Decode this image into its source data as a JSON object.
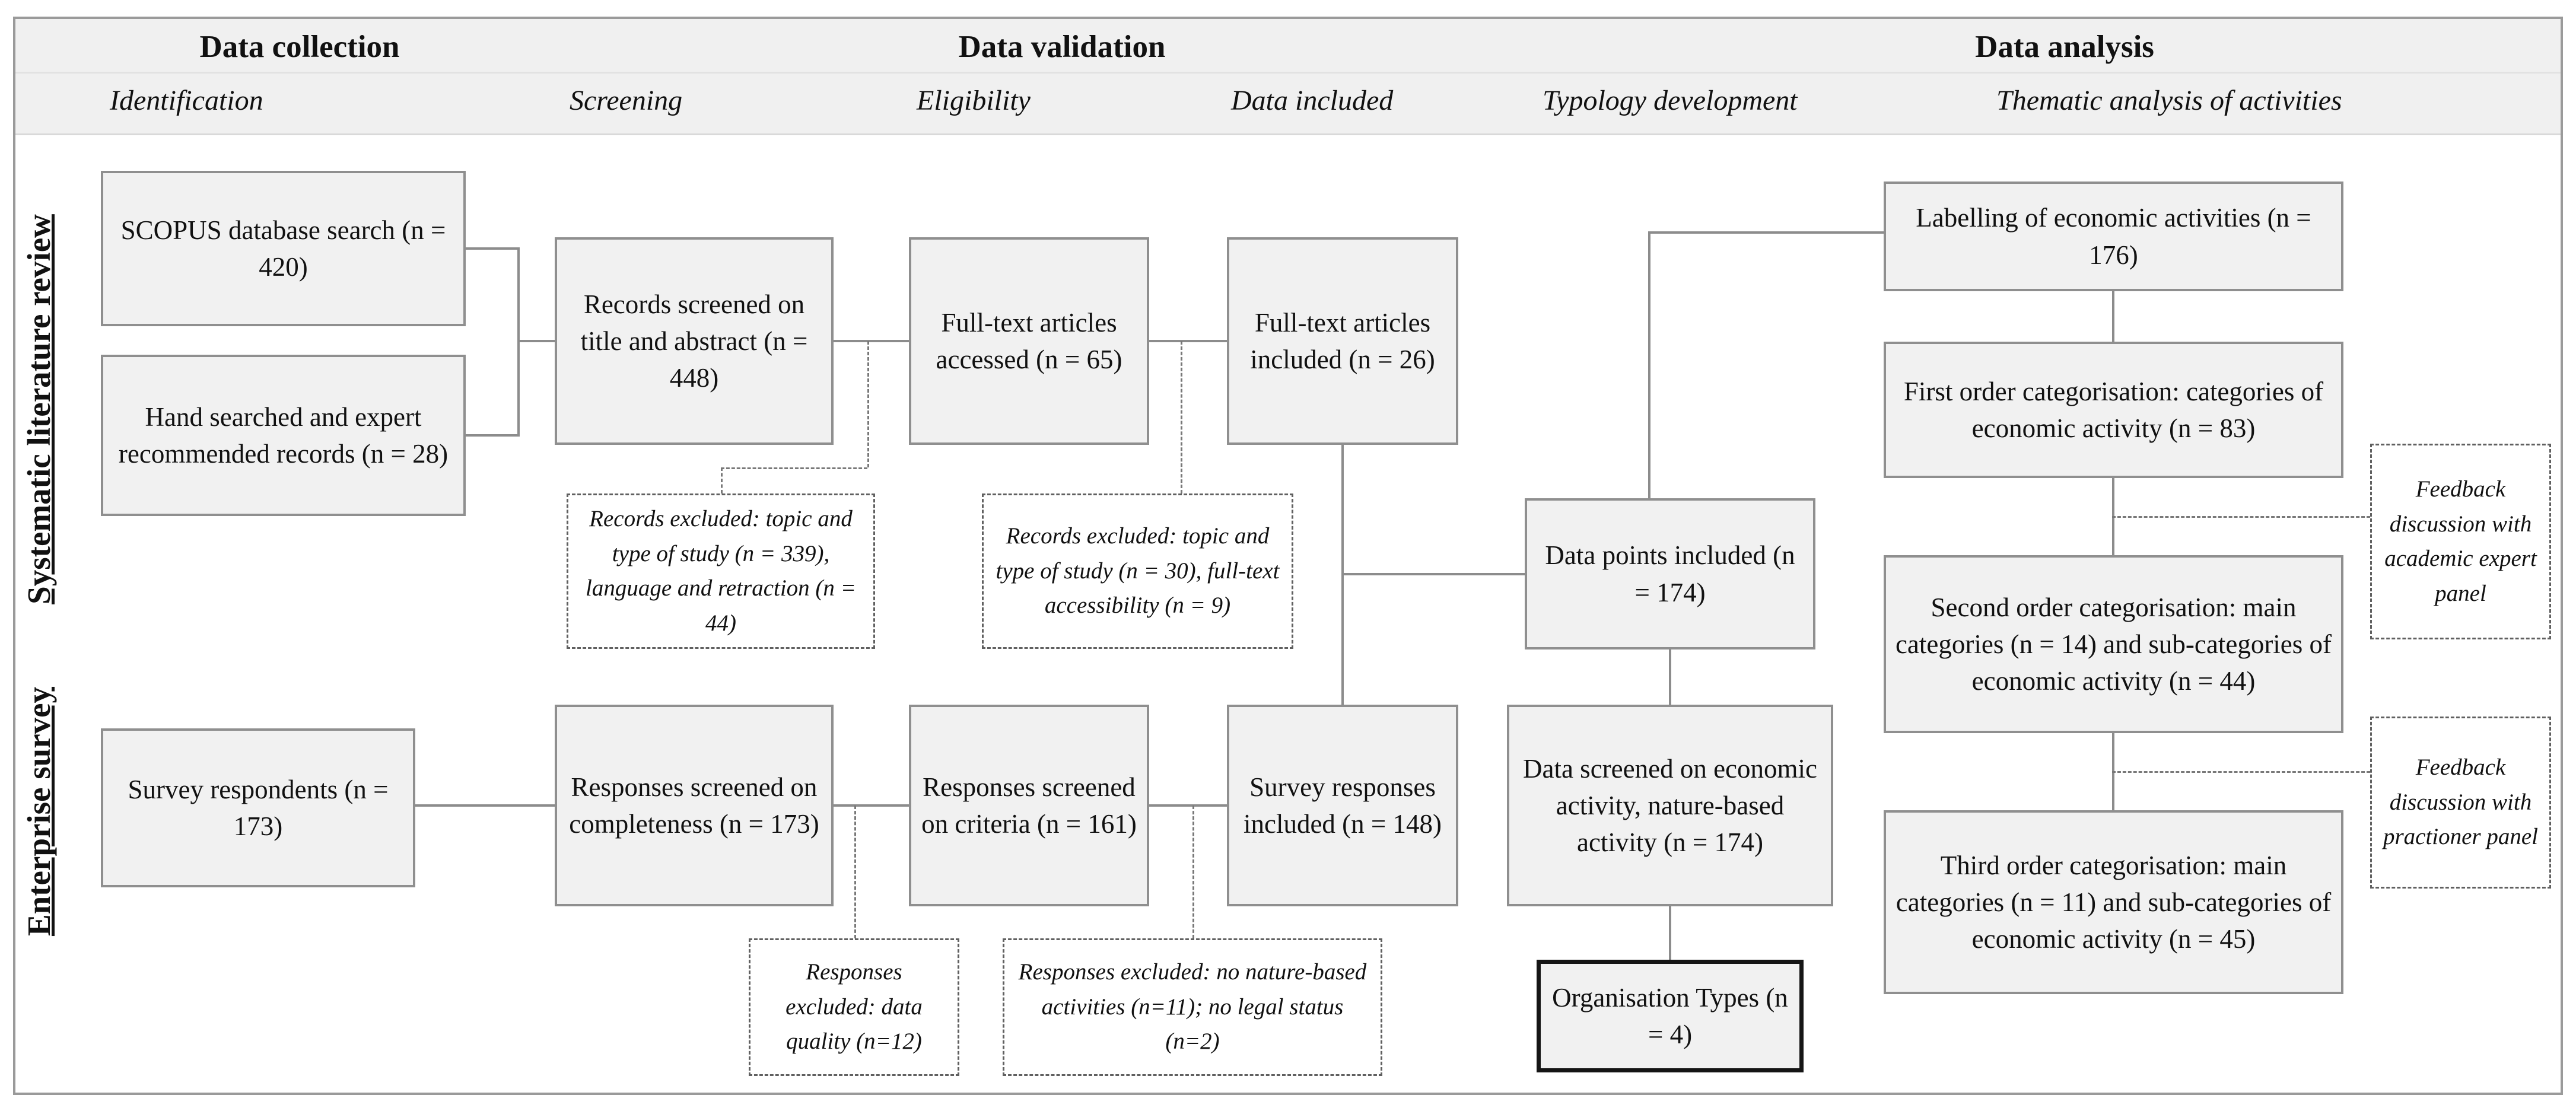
{
  "sections": {
    "collection": "Data collection",
    "validation": "Data validation",
    "analysis": "Data analysis"
  },
  "stages": {
    "identification": "Identification",
    "screening": "Screening",
    "eligibility": "Eligibility",
    "data_included": "Data included",
    "typology": "Typology development",
    "thematic": "Thematic analysis of activities"
  },
  "row_labels": {
    "literature_review": "Systematic literature review",
    "enterprise_survey": "Enterprise survey"
  },
  "boxes": {
    "scopus": "SCOPUS database search (n = 420)",
    "hand_searched": "Hand searched and expert recommended records (n = 28)",
    "records_screened": "Records screened on title and abstract (n = 448)",
    "fulltext_accessed": "Full-text articles accessed (n = 65)",
    "fulltext_included": "Full-text articles included (n = 26)",
    "data_points": "Data points included (n = 174)",
    "labelling": "Labelling of economic activities (n = 176)",
    "first_order": "First order categorisation: categories of economic activity (n = 83)",
    "second_order": "Second order categorisation: main categories (n = 14) and sub-categories of economic activity (n = 44)",
    "third_order": "Third order categorisation: main categories (n = 11) and sub-categories of economic activity (n = 45)",
    "survey_respondents": "Survey respondents (n = 173)",
    "responses_completeness": "Responses screened on completeness (n = 173)",
    "responses_criteria": "Responses screened on criteria (n = 161)",
    "survey_included": "Survey responses included (n = 148)",
    "data_screened": "Data screened on economic activity, nature-based activity (n = 174)",
    "organisation_types": "Organisation Types (n = 4)"
  },
  "exclusions": {
    "records_excluded_1": "Records excluded: topic and type of study (n = 339), language and retraction (n = 44)",
    "records_excluded_2": "Records excluded: topic and type of study (n = 30), full-text accessibility (n = 9)",
    "responses_excluded_1": "Responses excluded: data quality (n=12)",
    "responses_excluded_2": "Responses excluded: no nature-based activities (n=11); no legal status (n=2)",
    "feedback_academic": "Feedback discussion with academic expert panel",
    "feedback_practitioner": "Feedback discussion with practioner panel"
  },
  "colors": {
    "box_background": "#f1f1f1",
    "box_border": "#8f8f8f",
    "emphasis_border": "#151515",
    "connector": "#8c8c8c",
    "band_background": "#f0f0f0"
  }
}
